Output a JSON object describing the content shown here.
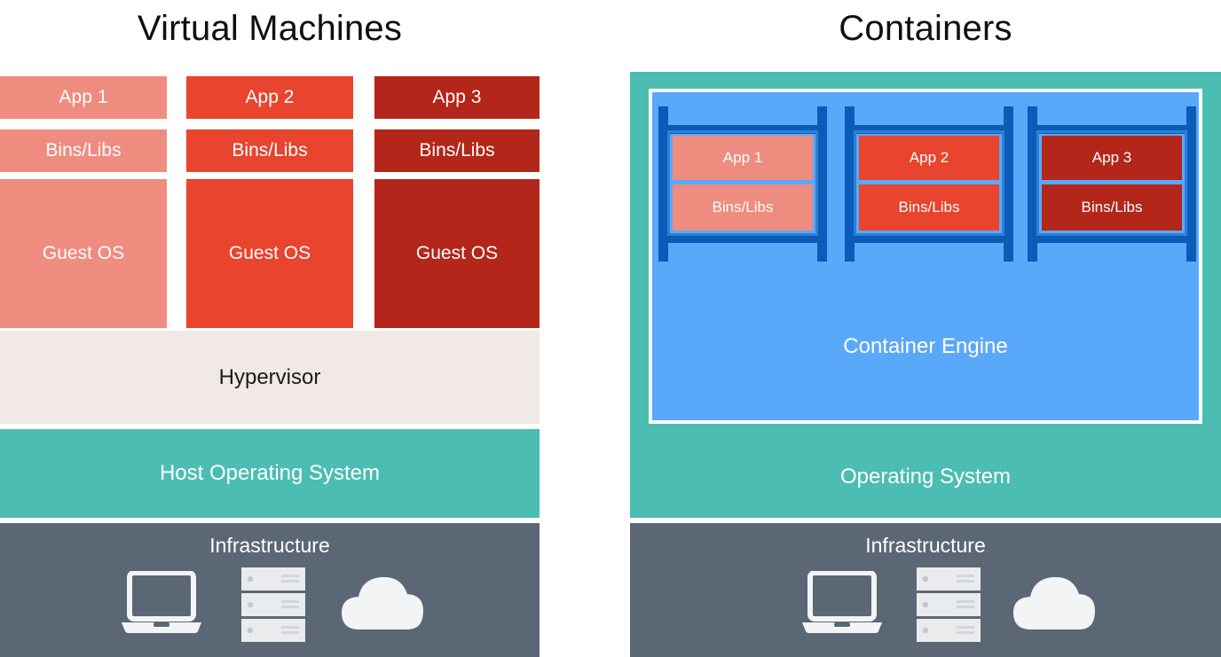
{
  "diagram": {
    "type": "architecture-comparison",
    "background": "#ffffff",
    "panels": [
      {
        "id": "virtual-machines",
        "title": "Virtual Machines",
        "columns": [
          {
            "app": "App 1",
            "bins": "Bins/Libs",
            "os": "Guest OS",
            "color": "#ee8c80"
          },
          {
            "app": "App 2",
            "bins": "Bins/Libs",
            "os": "Guest OS",
            "color": "#e8442e"
          },
          {
            "app": "App 3",
            "bins": "Bins/Libs",
            "os": "Guest OS",
            "color": "#b4261a"
          }
        ],
        "layers": [
          {
            "label": "Hypervisor",
            "color": "#f0e9e5",
            "text_color": "#1a1a1a"
          },
          {
            "label": "Host Operating System",
            "color": "#4cbdb2",
            "text_color": "#ffffff"
          },
          {
            "label": "Infrastructure",
            "color": "#5b6775",
            "text_color": "#ffffff"
          }
        ]
      },
      {
        "id": "containers",
        "title": "Containers",
        "containers": [
          {
            "app": "App 1",
            "bins": "Bins/Libs",
            "color": "#ee8c80"
          },
          {
            "app": "App 2",
            "bins": "Bins/Libs",
            "color": "#e8442e"
          },
          {
            "app": "App 3",
            "bins": "Bins/Libs",
            "color": "#b4261a"
          }
        ],
        "engine": {
          "label": "Container Engine",
          "color": "#5aa8fa",
          "border": "#ffffff"
        },
        "layers": [
          {
            "label": "Operating System",
            "color": "#4cbdb2",
            "text_color": "#ffffff"
          },
          {
            "label": "Infrastructure",
            "color": "#5b6775",
            "text_color": "#ffffff"
          }
        ],
        "rack_color": "#0b5cb8",
        "rack_inner_border": "#2f7fd4"
      }
    ],
    "infrastructure_icons": [
      {
        "name": "laptop-icon",
        "label": "laptop"
      },
      {
        "name": "server-rack-icon",
        "label": "server rack"
      },
      {
        "name": "cloud-icon",
        "label": "cloud"
      }
    ]
  }
}
